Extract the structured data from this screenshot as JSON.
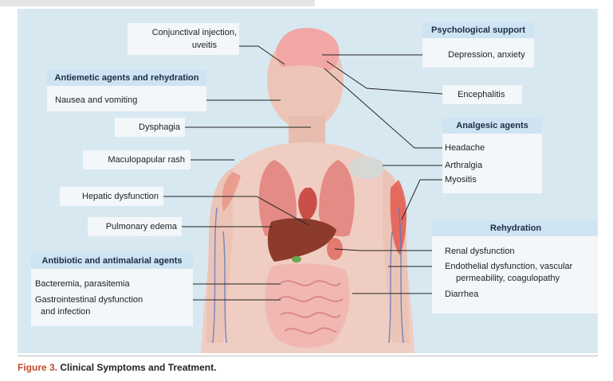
{
  "caption": {
    "figure": "Figure 3.",
    "title": "Clinical Symptoms and Treatment."
  },
  "colors": {
    "background": "#d8e8f1",
    "header": "#cfe4f2",
    "box": "#f3f7fa",
    "muscle": "#e35a4f",
    "skin": "#efc8bd",
    "liver": "#8b3a2c",
    "intestine": "#f1b7b3",
    "vessel": "#5a7cc1"
  },
  "treatments": {
    "psychological": "Psychological support",
    "antiemetic": "Antiemetic agents and rehydration",
    "analgesic": "Analgesic agents",
    "rehydration": "Rehydration",
    "antibiotic": "Antibiotic and antimalarial agents"
  },
  "symptoms": {
    "conjunctival_1": "Conjunctival injection,",
    "conjunctival_2": "uveitis",
    "nausea": "Nausea and vomiting",
    "dysphagia": "Dysphagia",
    "rash": "Maculopapular rash",
    "hepatic": "Hepatic dysfunction",
    "pulmonary": "Pulmonary edema",
    "bacteremia": "Bacteremia, parasitemia",
    "gastro_1": "Gastrointestinal dysfunction",
    "gastro_2": "and infection",
    "depression": "Depression, anxiety",
    "encephalitis": "Encephalitis",
    "headache": "Headache",
    "arthralgia": "Arthralgia",
    "myositis": "Myositis",
    "renal": "Renal dysfunction",
    "endothelial_1": "Endothelial dysfunction, vascular",
    "endothelial_2": "permeability, coagulopathy",
    "diarrhea": "Diarrhea"
  }
}
